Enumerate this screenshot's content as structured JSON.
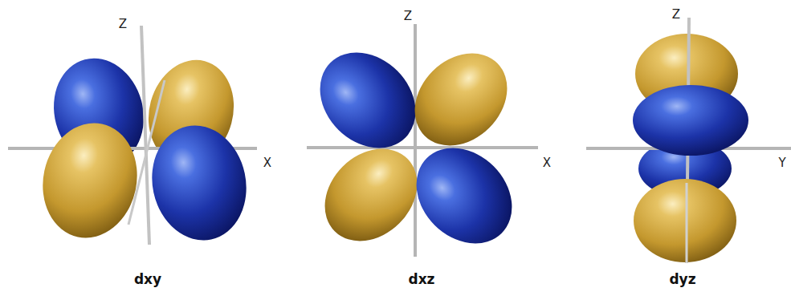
{
  "diagram": {
    "labels": [
      "Z",
      "X",
      "dxy",
      "Z",
      "X",
      "dxz",
      "Z",
      "Y",
      "dyz"
    ]
  }
}
